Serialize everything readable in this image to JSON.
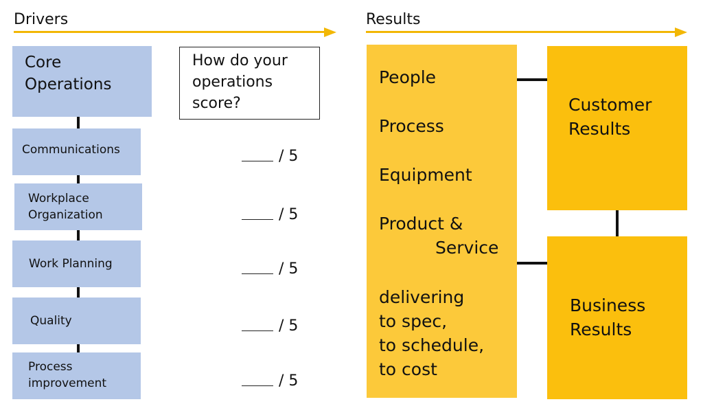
{
  "headers": {
    "drivers": "Drivers",
    "results": "Results"
  },
  "core_operations": "Core\nOperations",
  "question": "How do your\noperations\nscore?",
  "drivers": [
    {
      "label": "Communications",
      "score_denominator": "/ 5"
    },
    {
      "label": "Workplace\nOrganization",
      "score_denominator": "/ 5"
    },
    {
      "label": "Work Planning",
      "score_denominator": "/ 5"
    },
    {
      "label": "Quality",
      "score_denominator": "/ 5"
    },
    {
      "label": "Process\nimprovement",
      "score_denominator": "/ 5"
    }
  ],
  "results_factors": {
    "people": "People",
    "process": "Process",
    "equipment": "Equipment",
    "product_service_line1": "Product &",
    "product_service_line2": "Service",
    "delivering": "delivering\nto spec,\nto schedule,\nto cost"
  },
  "customer_results": "Customer\nResults",
  "business_results": "Business\nResults",
  "colors": {
    "driver_blue": "#b4c7e7",
    "arrow_yellow": "#f2b705",
    "factor_yellow": "#fcc93a",
    "result_yellow": "#fbbf0d"
  }
}
